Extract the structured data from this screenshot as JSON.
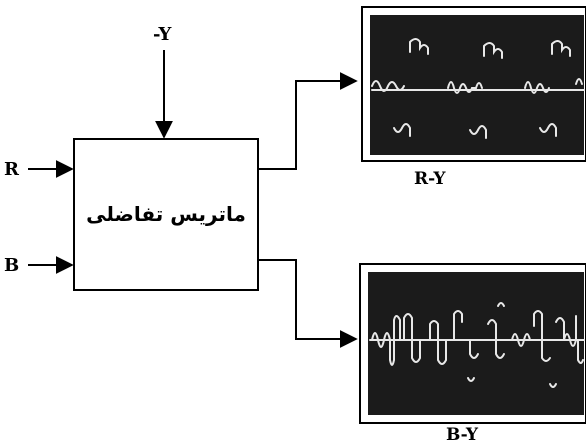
{
  "inputs": {
    "top": "-Y",
    "left_upper": "R",
    "left_lower": "B"
  },
  "block": {
    "label": "ماتریس تفاضلی"
  },
  "outputs": {
    "upper": "R-Y",
    "lower": "B-Y"
  }
}
